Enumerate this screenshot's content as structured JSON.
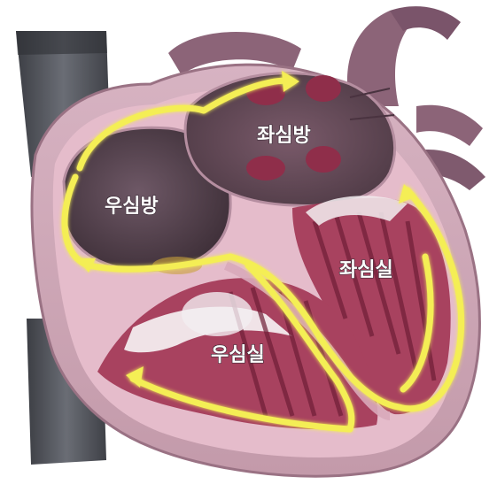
{
  "labels": {
    "left_atrium": "좌심방",
    "right_atrium": "우심방",
    "left_ventricle": "좌심실",
    "right_ventricle": "우심실"
  },
  "colors": {
    "vessel_gray": "#55585f",
    "outer_wall": "#c9a4b4",
    "inner_pink": "#e3b8c6",
    "atrium_cavity": "#5a4652",
    "ventricle_muscle": "#9c3a56",
    "conduction_path": "#f4ee55",
    "vessel_purple": "#8c6478"
  },
  "icons": [
    "heart-cross-section",
    "conduction-pathway-arrows"
  ]
}
